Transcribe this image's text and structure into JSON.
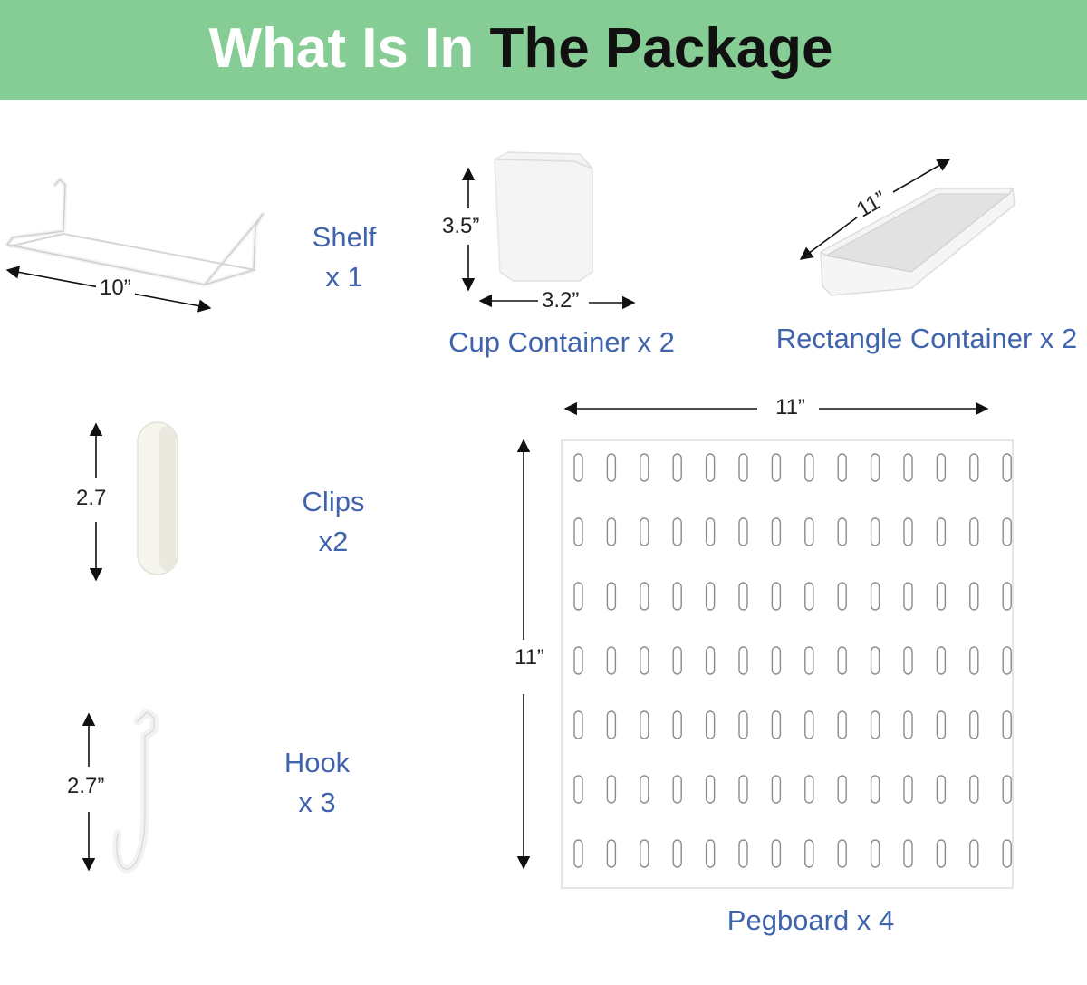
{
  "banner": {
    "title_part1": "What Is In ",
    "title_part2": "The Package",
    "background": "#86cc95"
  },
  "items": {
    "shelf": {
      "name": "Shelf",
      "qty": "x 1",
      "dim_width": "10”"
    },
    "cup": {
      "label": "Cup Container x 2",
      "dim_height": "3.5”",
      "dim_width": "3.2”"
    },
    "rect": {
      "label": "Rectangle Container x 2",
      "dim_length": "11”"
    },
    "clips": {
      "name": "Clips",
      "qty": "x2",
      "dim_height": "2.7"
    },
    "hook": {
      "name": "Hook",
      "qty": "x 3",
      "dim_height": "2.7”"
    },
    "pegboard": {
      "label": "Pegboard x 4",
      "dim_width": "11”",
      "dim_height": "11”"
    }
  },
  "colors": {
    "label_blue": "#3f64ad",
    "product_white": "#ffffff"
  }
}
